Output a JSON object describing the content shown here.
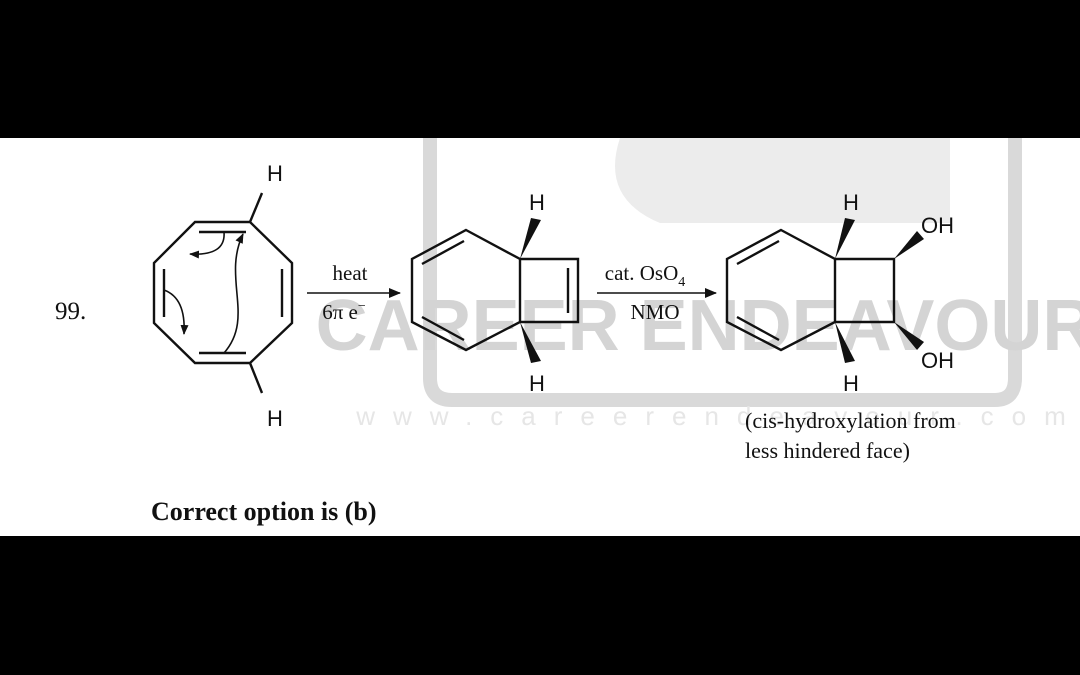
{
  "question_number": "99.",
  "step1": {
    "reagent": "heat",
    "condition_main": "6π e",
    "condition_sup": "−"
  },
  "step2": {
    "reagent_main": "cat. OsO",
    "reagent_sub": "4",
    "condition": "NMO"
  },
  "atoms": {
    "h": "H",
    "oh": "OH"
  },
  "note": {
    "line1": "(cis-hydroxylation from",
    "line2": "less hindered face)"
  },
  "answer": "Correct option is (b)",
  "watermark": {
    "brand": "CAREER ENDEAVOUR",
    "url": "www.careerendeavour.com"
  }
}
